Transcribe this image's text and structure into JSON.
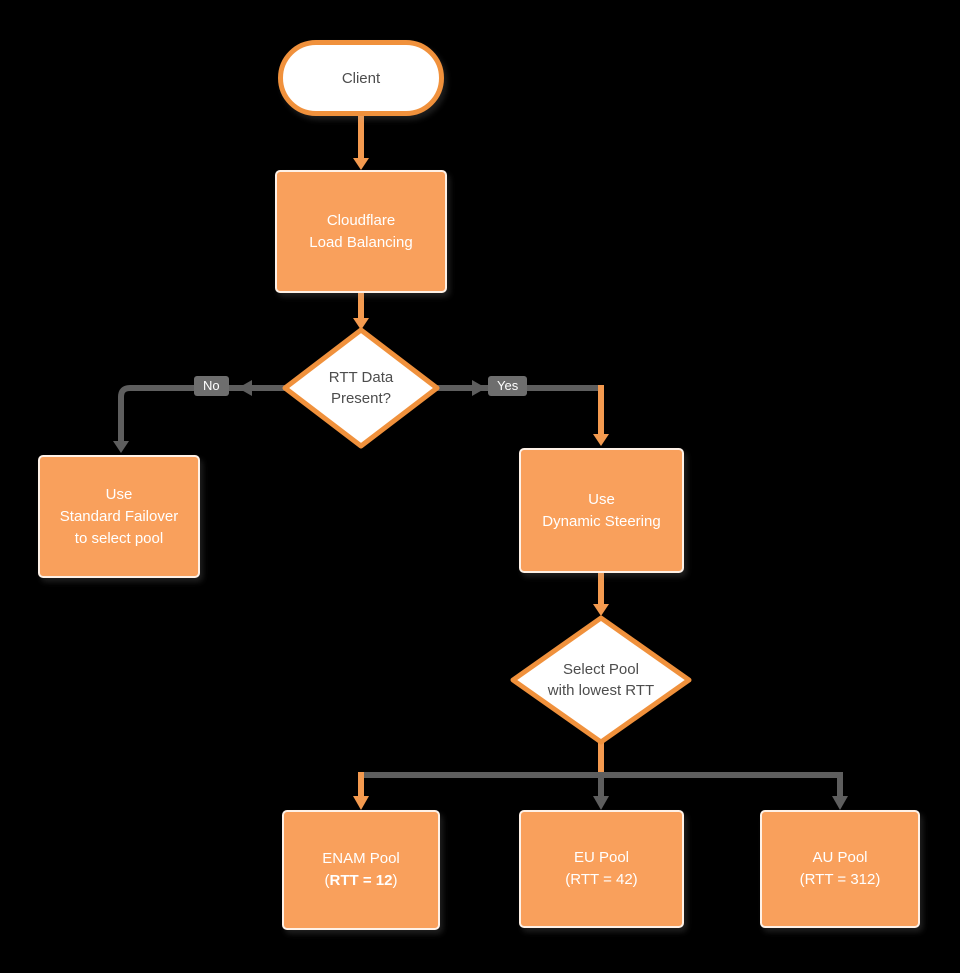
{
  "nodes": {
    "client": {
      "label": "Client"
    },
    "load_balancing": {
      "lines": [
        "Cloudflare",
        "Load Balancing"
      ]
    },
    "rtt_decision": {
      "lines": [
        "RTT Data",
        "Present?"
      ]
    },
    "standard_failover": {
      "lines": [
        "Use",
        "Standard Failover",
        "to select pool"
      ]
    },
    "dynamic_steering": {
      "lines": [
        "Use",
        "Dynamic Steering"
      ]
    },
    "select_pool": {
      "lines": [
        "Select Pool",
        "with lowest RTT"
      ]
    },
    "enam_pool": {
      "line1": "ENAM Pool",
      "rtt_prefix": "(",
      "rtt_bold": "RTT = 12",
      "rtt_suffix": ")"
    },
    "eu_pool": {
      "lines": [
        "EU Pool",
        "(RTT = 42)"
      ]
    },
    "au_pool": {
      "lines": [
        "AU Pool",
        "(RTT = 312)"
      ]
    }
  },
  "edge_labels": {
    "no": "No",
    "yes": "Yes"
  },
  "colors": {
    "background": "#000000",
    "node_fill_orange": "#F9A05C",
    "node_stroke_orange": "#F0913C",
    "connector_orange": "#F49A4F",
    "connector_gray": "#5E5E5E",
    "edge_label_bg": "#6E6E6E",
    "text_on_orange": "#FFFFFF",
    "text_dark": "#4D4D4D",
    "shape_fill_white": "#FFFFFF"
  }
}
